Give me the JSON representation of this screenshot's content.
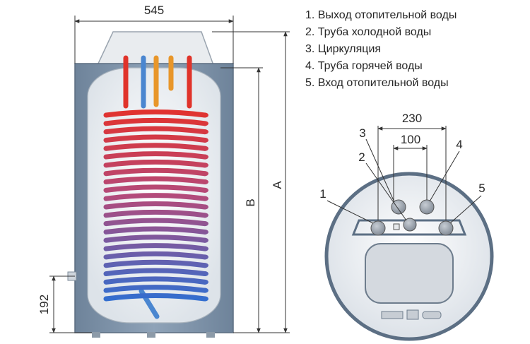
{
  "dimensions": {
    "width_label": "545",
    "height_a_label": "A",
    "height_b_label": "B",
    "inlet_height_label": "192",
    "outer_spacing_label": "230",
    "inner_spacing_label": "100"
  },
  "legend": [
    {
      "num": "1",
      "text": "1. Выход отопительной воды"
    },
    {
      "num": "2",
      "text": "2. Труба холодной воды"
    },
    {
      "num": "3",
      "text": "3. Циркуляция"
    },
    {
      "num": "4",
      "text": "4. Труба горячей воды"
    },
    {
      "num": "5",
      "text": "5. Вход отопительной воды"
    }
  ],
  "callouts": [
    "1",
    "2",
    "3",
    "4",
    "5"
  ],
  "colors": {
    "tank_shell": "#7f93a8",
    "tank_inner": "#eceff2",
    "coil_hot": "#e0332a",
    "coil_cold": "#2f6fd0",
    "cold_pipe": "#4a86d0",
    "circulation_pipe": "#e8962a",
    "dimension_line": "#333333"
  }
}
